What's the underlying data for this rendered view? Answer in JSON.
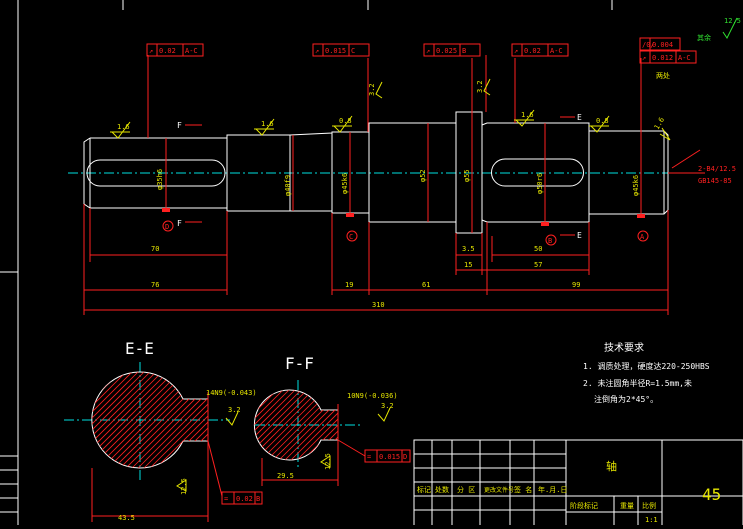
{
  "drawing": {
    "part_name": "轴",
    "part_number": "45",
    "scale_cell": "1:1",
    "roughness_other": "12.5",
    "roughness_other_label": "其余",
    "center_hole_note": "2-B4/12.5",
    "center_hole_std": "GB145-85",
    "title_block_row_labels": [
      "标记",
      "处数",
      "分 区",
      "更改文件号",
      "签 名",
      "年.月.日"
    ],
    "title_block_bottom_labels": [
      "阶段标记",
      "重量",
      "比例"
    ],
    "title_block_weight": "",
    "title_block_scale": "1:1"
  },
  "tech_requirements": {
    "heading": "技术要求",
    "items": [
      "1. 调质处理，硬度达220-250HBS",
      "2. 未注圆角半径R=1.5mm,未",
      "注倒角为2*45°。"
    ]
  },
  "views": {
    "section_e_label": "E-E",
    "section_f_label": "F-F",
    "section_e_dims": [
      "14N9(-0.043)",
      "43.5",
      "3.2",
      "12.5"
    ],
    "section_f_dims": [
      "10N9(-0.036)",
      "29.5",
      "3.2",
      "12.5"
    ]
  },
  "main_view": {
    "gdt_frames": [
      {
        "sym": "↗",
        "tol": "0.02",
        "datum": "A-C"
      },
      {
        "sym": "↗",
        "tol": "0.015",
        "datum": "C"
      },
      {
        "sym": "↗",
        "tol": "0.025",
        "datum": "B"
      },
      {
        "sym": "↗",
        "tol": "0.02",
        "datum": "A-C"
      },
      {
        "sym": "/0/",
        "tol": "0.004",
        "datum": ""
      },
      {
        "sym": "↗",
        "tol": "0.012",
        "datum": "A-C"
      }
    ],
    "gdt_section_e": {
      "sym": "=",
      "tol": "0.02",
      "datum": "B"
    },
    "gdt_section_f": {
      "sym": "=",
      "tol": "0.015",
      "datum": "D"
    },
    "roughness": [
      "1.6",
      "1.6",
      "0.8",
      "3.2",
      "3.2",
      "1.6",
      "0.8",
      "1.6"
    ],
    "diameters": [
      "φ35h6",
      "φ40f9",
      "φ45k6",
      "φ52",
      "φ55",
      "φ50r6",
      "φ45k6"
    ],
    "datums": [
      "D",
      "C",
      "B",
      "A"
    ],
    "section_marks": [
      "F",
      "F",
      "E",
      "E"
    ],
    "two_places_label": "两处",
    "dims": {
      "d70": "70",
      "d76": "76",
      "d19": "19",
      "d61": "61",
      "d35": "3.5",
      "d15": "15",
      "d50": "50",
      "d57": "57",
      "d99": "99",
      "d310": "310"
    }
  }
}
